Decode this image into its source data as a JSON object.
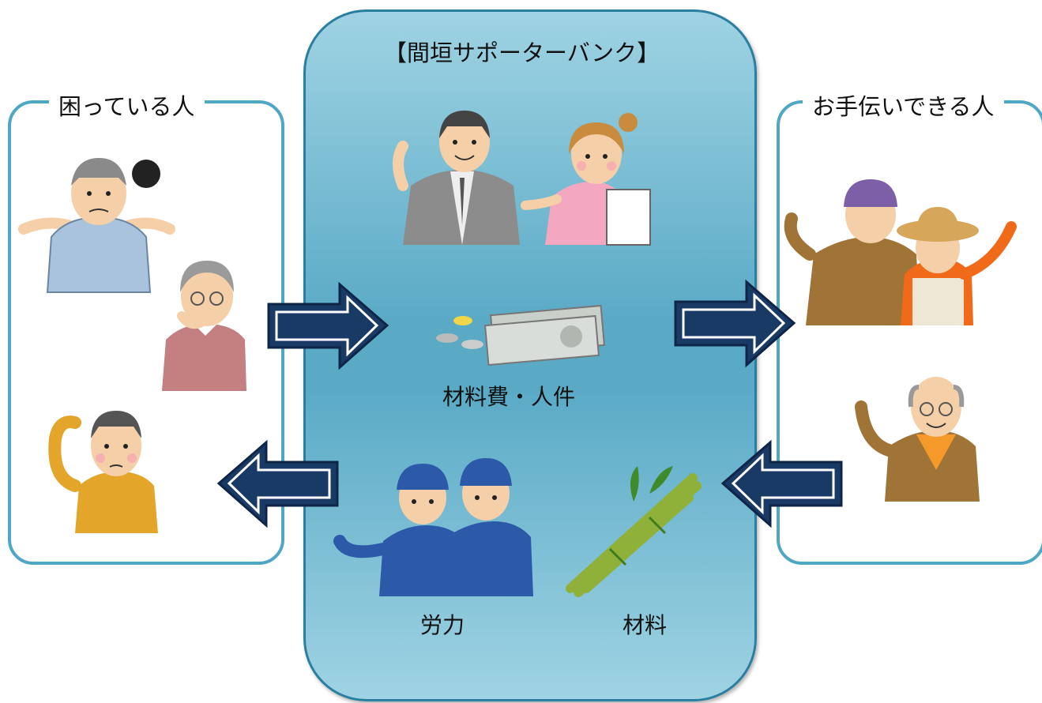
{
  "left_panel": {
    "title": "困っている人"
  },
  "right_panel": {
    "title": "お手伝いできる人"
  },
  "center_panel": {
    "title": "【間垣サポーターバンク】",
    "money_label": "材料費・人件",
    "labor_label": "労力",
    "material_label": "材料"
  },
  "colors": {
    "panel_border": "#4ea7c4",
    "center_fill": "#5aaac6",
    "arrow_fill": "#1a3a66"
  },
  "icons": [
    "worried-man-icon",
    "worried-woman-icon",
    "troubled-man-icon",
    "consultant-man-icon",
    "assistant-woman-icon",
    "money-icon",
    "workers-icon",
    "bamboo-icon",
    "farmer-couple-icon",
    "waving-elder-icon",
    "arrow-right-icon",
    "arrow-left-icon"
  ]
}
